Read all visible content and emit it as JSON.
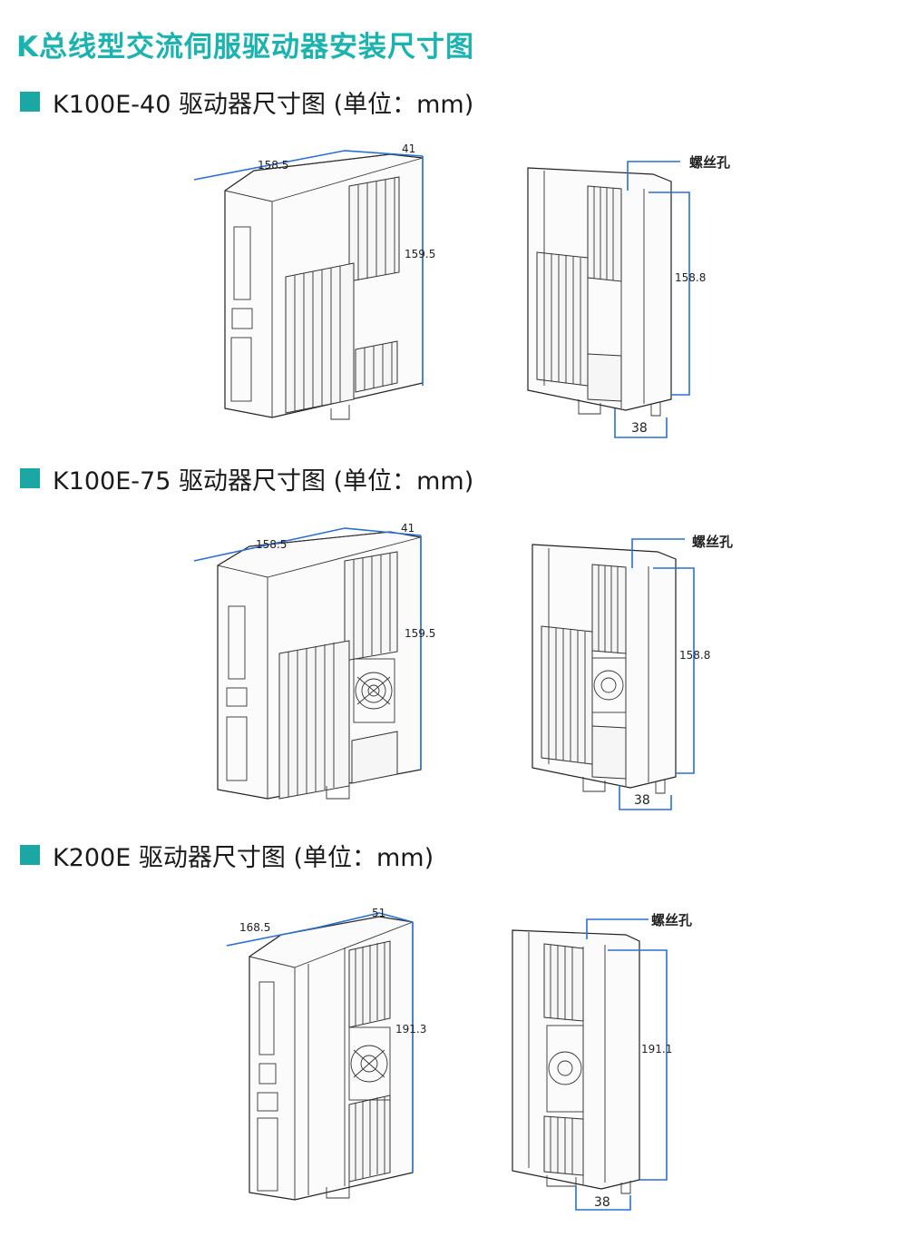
{
  "page_title": "K总线型交流伺服驱动器安装尺寸图",
  "sections": [
    {
      "header": "K100E-40 驱动器尺寸图 (单位：mm)",
      "front": {
        "depth": "158.5",
        "width": "41",
        "height": "159.5"
      },
      "side": {
        "hole_label": "螺丝孔",
        "height": "158.8",
        "width": "38"
      },
      "has_fan": false
    },
    {
      "header": "K100E-75 驱动器尺寸图 (单位：mm)",
      "front": {
        "depth": "158.5",
        "width": "41",
        "height": "159.5"
      },
      "side": {
        "hole_label": "螺丝孔",
        "height": "158.8",
        "width": "38"
      },
      "has_fan": true
    },
    {
      "header": "K200E 驱动器尺寸图 (单位：mm)",
      "front": {
        "depth": "168.5",
        "width": "51",
        "height": "191.3"
      },
      "side": {
        "hole_label": "螺丝孔",
        "height": "191.1",
        "width": "38"
      },
      "has_fan": true
    }
  ],
  "colors": {
    "title": "#1bb3b0",
    "bullet": "#1ba7a3",
    "dimension_line": "#2a6fd6"
  }
}
